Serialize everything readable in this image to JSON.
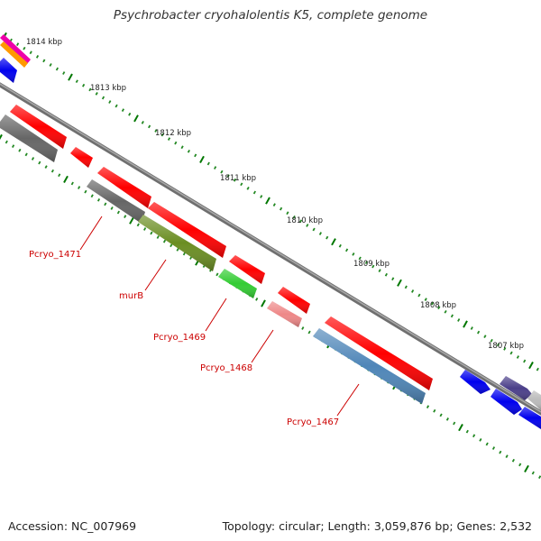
{
  "title": "Psychrobacter cryohalolentis K5, complete genome",
  "accession_label": "Accession:",
  "accession": "NC_007969",
  "topology_label": "Topology:",
  "topology": "circular",
  "length_label": "Length:",
  "length": "3,059,876 bp",
  "genes_label": "Genes:",
  "genes": "2,532",
  "scale_labels": [
    "1814 kbp",
    "1813 kbp",
    "1812 kbp",
    "1811 kbp",
    "1810 kbp",
    "1809 kbp",
    "1808 kbp",
    "1807 kbp"
  ],
  "gene_labels": [
    "Pcryo_1471",
    "murB",
    "Pcryo_1469",
    "Pcryo_1468",
    "Pcryo_1467"
  ],
  "colors": {
    "red": "#ff0000",
    "dark_gray": "#666666",
    "olive": "#6b8e23",
    "green": "#33cc33",
    "pink": "#ee8888",
    "steel_blue": "#4f86b8",
    "blue": "#0000ee",
    "purple": "#4b3f8a",
    "light_gray": "#bbbbbb",
    "orange": "#ff9900",
    "magenta": "#ee00aa",
    "label_red": "#cc0000",
    "tick_green": "#006600",
    "backbone": "#888888"
  }
}
